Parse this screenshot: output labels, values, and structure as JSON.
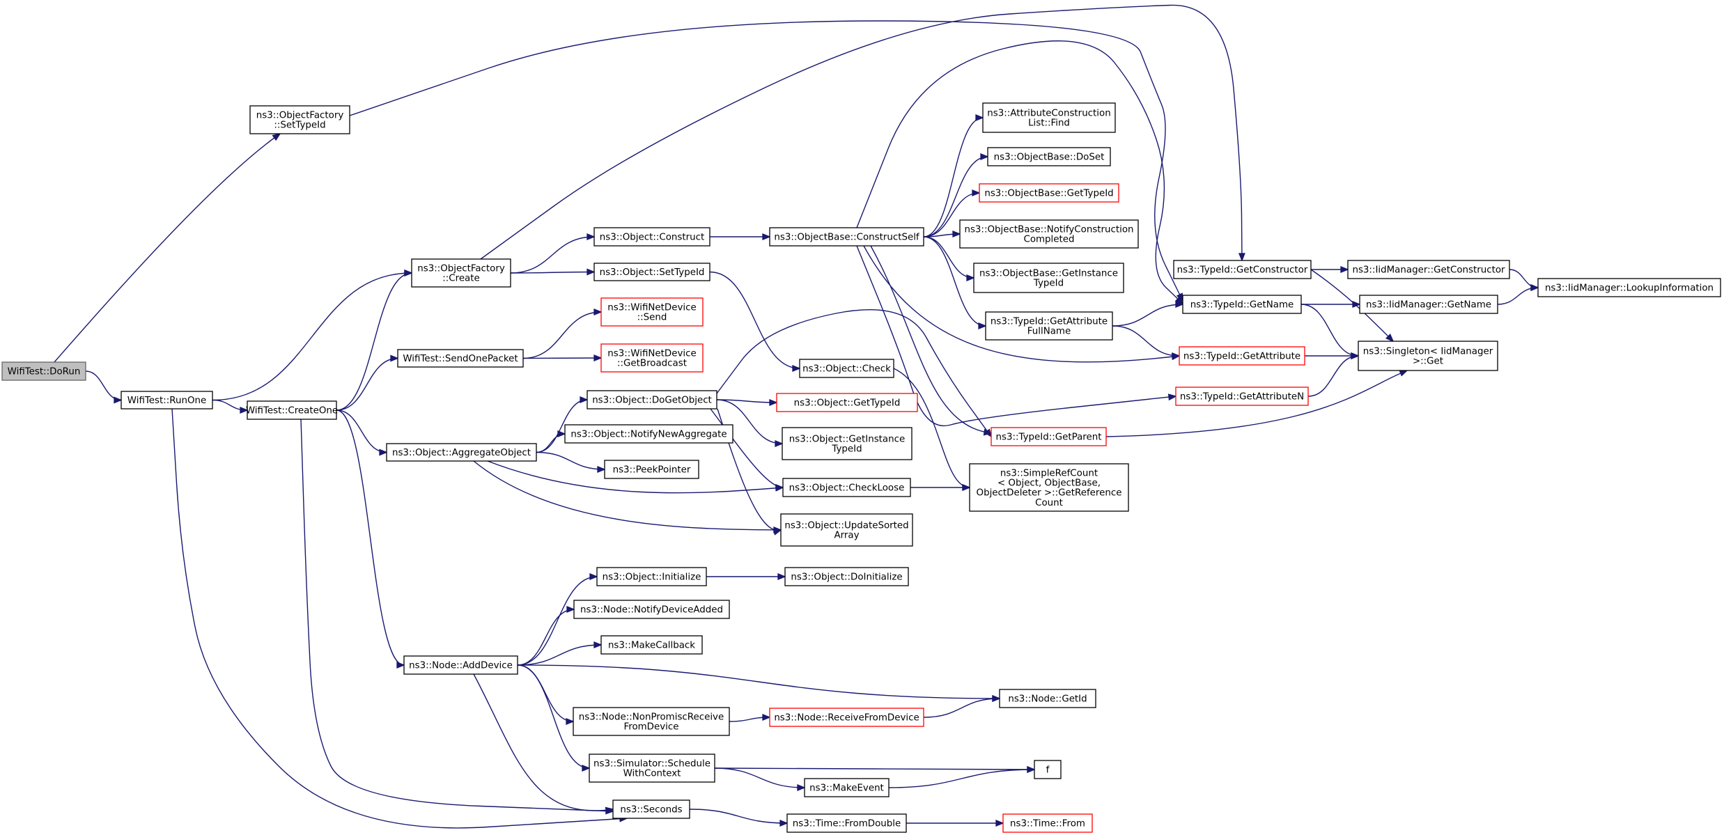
{
  "diagram": {
    "nodes": [
      {
        "id": "doRun",
        "lines": [
          "WifiTest::DoRun"
        ],
        "style": "root"
      },
      {
        "id": "setTypeIdF",
        "lines": [
          "ns3::ObjectFactory",
          "::SetTypeId"
        ],
        "style": "normal"
      },
      {
        "id": "runOne",
        "lines": [
          "WifiTest::RunOne"
        ],
        "style": "normal"
      },
      {
        "id": "ofCreate",
        "lines": [
          "ns3::ObjectFactory",
          "::Create"
        ],
        "style": "normal"
      },
      {
        "id": "createOne",
        "lines": [
          "WifiTest::CreateOne"
        ],
        "style": "normal"
      },
      {
        "id": "sendOne",
        "lines": [
          "WifiTest::SendOnePacket"
        ],
        "style": "normal"
      },
      {
        "id": "aggregate",
        "lines": [
          "ns3::Object::AggregateObject"
        ],
        "style": "normal"
      },
      {
        "id": "addDevice",
        "lines": [
          "ns3::Node::AddDevice"
        ],
        "style": "normal"
      },
      {
        "id": "construct",
        "lines": [
          "ns3::Object::Construct"
        ],
        "style": "normal"
      },
      {
        "id": "objSetTypeId",
        "lines": [
          "ns3::Object::SetTypeId"
        ],
        "style": "normal"
      },
      {
        "id": "wifiSend",
        "lines": [
          "ns3::WifiNetDevice",
          "::Send"
        ],
        "style": "link"
      },
      {
        "id": "wifiBroadcast",
        "lines": [
          "ns3::WifiNetDevice",
          "::GetBroadcast"
        ],
        "style": "link"
      },
      {
        "id": "doGetObject",
        "lines": [
          "ns3::Object::DoGetObject"
        ],
        "style": "normal"
      },
      {
        "id": "notifyNewAgg",
        "lines": [
          "ns3::Object::NotifyNewAggregate"
        ],
        "style": "normal"
      },
      {
        "id": "peekPointer",
        "lines": [
          "ns3::PeekPointer"
        ],
        "style": "normal"
      },
      {
        "id": "objInitialize",
        "lines": [
          "ns3::Object::Initialize"
        ],
        "style": "normal"
      },
      {
        "id": "notifyDevAdded",
        "lines": [
          "ns3::Node::NotifyDeviceAdded"
        ],
        "style": "normal"
      },
      {
        "id": "makeCallback",
        "lines": [
          "ns3::MakeCallback"
        ],
        "style": "normal"
      },
      {
        "id": "nonPromisc",
        "lines": [
          "ns3::Node::NonPromiscReceive",
          "FromDevice"
        ],
        "style": "normal"
      },
      {
        "id": "scheduleCtx",
        "lines": [
          "ns3::Simulator::Schedule",
          "WithContext"
        ],
        "style": "normal"
      },
      {
        "id": "seconds",
        "lines": [
          "ns3::Seconds"
        ],
        "style": "normal"
      },
      {
        "id": "constructSelf",
        "lines": [
          "ns3::ObjectBase::ConstructSelf"
        ],
        "style": "normal"
      },
      {
        "id": "objCheck",
        "lines": [
          "ns3::Object::Check"
        ],
        "style": "normal"
      },
      {
        "id": "objGetTypeId",
        "lines": [
          "ns3::Object::GetTypeId"
        ],
        "style": "link"
      },
      {
        "id": "objGetInstTid",
        "lines": [
          "ns3::Object::GetInstance",
          "TypeId"
        ],
        "style": "normal"
      },
      {
        "id": "checkLoose",
        "lines": [
          "ns3::Object::CheckLoose"
        ],
        "style": "normal"
      },
      {
        "id": "updateSorted",
        "lines": [
          "ns3::Object::UpdateSorted",
          "Array"
        ],
        "style": "normal"
      },
      {
        "id": "doInitialize",
        "lines": [
          "ns3::Object::DoInitialize"
        ],
        "style": "normal"
      },
      {
        "id": "receiveFromDev",
        "lines": [
          "ns3::Node::ReceiveFromDevice"
        ],
        "style": "link"
      },
      {
        "id": "makeEvent",
        "lines": [
          "ns3::MakeEvent"
        ],
        "style": "normal"
      },
      {
        "id": "fromDouble",
        "lines": [
          "ns3::Time::FromDouble"
        ],
        "style": "normal"
      },
      {
        "id": "attrFind",
        "lines": [
          "ns3::AttributeConstruction",
          "List::Find"
        ],
        "style": "normal"
      },
      {
        "id": "doSet",
        "lines": [
          "ns3::ObjectBase::DoSet"
        ],
        "style": "normal"
      },
      {
        "id": "obGetTypeId",
        "lines": [
          "ns3::ObjectBase::GetTypeId"
        ],
        "style": "link"
      },
      {
        "id": "notifyConstr",
        "lines": [
          "ns3::ObjectBase::NotifyConstruction",
          "Completed"
        ],
        "style": "normal"
      },
      {
        "id": "obGetInstTid",
        "lines": [
          "ns3::ObjectBase::GetInstance",
          "TypeId"
        ],
        "style": "normal"
      },
      {
        "id": "getAttrFull",
        "lines": [
          "ns3::TypeId::GetAttribute",
          "FullName"
        ],
        "style": "normal"
      },
      {
        "id": "simpleRef",
        "lines": [
          "ns3::SimpleRefCount",
          "< Object, ObjectBase,",
          "ObjectDeleter >::GetReference",
          "Count"
        ],
        "style": "normal"
      },
      {
        "id": "nodeGetId",
        "lines": [
          "ns3::Node::GetId"
        ],
        "style": "normal"
      },
      {
        "id": "f",
        "lines": [
          "f"
        ],
        "style": "normal"
      },
      {
        "id": "timeFrom",
        "lines": [
          "ns3::Time::From"
        ],
        "style": "link"
      },
      {
        "id": "getConstructor",
        "lines": [
          "ns3::TypeId::GetConstructor"
        ],
        "style": "normal"
      },
      {
        "id": "getName",
        "lines": [
          "ns3::TypeId::GetName"
        ],
        "style": "normal"
      },
      {
        "id": "getAttribute",
        "lines": [
          "ns3::TypeId::GetAttribute"
        ],
        "style": "link"
      },
      {
        "id": "getAttributeN",
        "lines": [
          "ns3::TypeId::GetAttributeN"
        ],
        "style": "link"
      },
      {
        "id": "getParent",
        "lines": [
          "ns3::TypeId::GetParent"
        ],
        "style": "link"
      },
      {
        "id": "iidGetConstructor",
        "lines": [
          "ns3::IidManager::GetConstructor"
        ],
        "style": "normal"
      },
      {
        "id": "iidGetName",
        "lines": [
          "ns3::IidManager::GetName"
        ],
        "style": "normal"
      },
      {
        "id": "singletonGet",
        "lines": [
          "ns3::Singleton< IidManager",
          " >::Get"
        ],
        "style": "normal"
      },
      {
        "id": "lookupInfo",
        "lines": [
          "ns3::IidManager::LookupInformation"
        ],
        "style": "normal"
      }
    ],
    "edges": [
      [
        "doRun",
        "setTypeIdF"
      ],
      [
        "doRun",
        "runOne"
      ],
      [
        "runOne",
        "ofCreate"
      ],
      [
        "runOne",
        "createOne"
      ],
      [
        "runOne",
        "seconds"
      ],
      [
        "setTypeIdF",
        "getName"
      ],
      [
        "ofCreate",
        "getConstructor"
      ],
      [
        "ofCreate",
        "construct"
      ],
      [
        "ofCreate",
        "objSetTypeId"
      ],
      [
        "createOne",
        "ofCreate"
      ],
      [
        "createOne",
        "sendOne"
      ],
      [
        "createOne",
        "aggregate"
      ],
      [
        "createOne",
        "addDevice"
      ],
      [
        "createOne",
        "seconds"
      ],
      [
        "sendOne",
        "wifiSend"
      ],
      [
        "sendOne",
        "wifiBroadcast"
      ],
      [
        "aggregate",
        "doGetObject"
      ],
      [
        "aggregate",
        "notifyNewAgg"
      ],
      [
        "aggregate",
        "peekPointer"
      ],
      [
        "aggregate",
        "checkLoose"
      ],
      [
        "aggregate",
        "updateSorted"
      ],
      [
        "addDevice",
        "objInitialize"
      ],
      [
        "addDevice",
        "notifyDevAdded"
      ],
      [
        "addDevice",
        "makeCallback"
      ],
      [
        "addDevice",
        "nodeGetId"
      ],
      [
        "addDevice",
        "nonPromisc"
      ],
      [
        "addDevice",
        "scheduleCtx"
      ],
      [
        "addDevice",
        "seconds"
      ],
      [
        "construct",
        "constructSelf"
      ],
      [
        "objSetTypeId",
        "objCheck"
      ],
      [
        "doGetObject",
        "getParent"
      ],
      [
        "doGetObject",
        "objGetTypeId"
      ],
      [
        "doGetObject",
        "objGetInstTid"
      ],
      [
        "doGetObject",
        "checkLoose"
      ],
      [
        "doGetObject",
        "updateSorted"
      ],
      [
        "objInitialize",
        "doInitialize"
      ],
      [
        "nonPromisc",
        "receiveFromDev"
      ],
      [
        "scheduleCtx",
        "f"
      ],
      [
        "scheduleCtx",
        "makeEvent"
      ],
      [
        "seconds",
        "fromDouble"
      ],
      [
        "constructSelf",
        "attrFind"
      ],
      [
        "constructSelf",
        "doSet"
      ],
      [
        "constructSelf",
        "obGetTypeId"
      ],
      [
        "constructSelf",
        "notifyConstr"
      ],
      [
        "constructSelf",
        "obGetInstTid"
      ],
      [
        "constructSelf",
        "getAttrFull"
      ],
      [
        "constructSelf",
        "getName"
      ],
      [
        "constructSelf",
        "getAttribute"
      ],
      [
        "constructSelf",
        "getAttributeN"
      ],
      [
        "constructSelf",
        "getParent"
      ],
      [
        "objCheck",
        "simpleRef"
      ],
      [
        "checkLoose",
        "simpleRef"
      ],
      [
        "receiveFromDev",
        "nodeGetId"
      ],
      [
        "makeEvent",
        "f"
      ],
      [
        "fromDouble",
        "timeFrom"
      ],
      [
        "getAttrFull",
        "getName"
      ],
      [
        "getAttrFull",
        "getAttribute"
      ],
      [
        "getConstructor",
        "iidGetConstructor"
      ],
      [
        "getConstructor",
        "singletonGet"
      ],
      [
        "getName",
        "iidGetName"
      ],
      [
        "getName",
        "singletonGet"
      ],
      [
        "getAttribute",
        "singletonGet"
      ],
      [
        "getAttributeN",
        "singletonGet"
      ],
      [
        "getParent",
        "singletonGet"
      ],
      [
        "iidGetConstructor",
        "lookupInfo"
      ],
      [
        "iidGetName",
        "lookupInfo"
      ]
    ]
  }
}
